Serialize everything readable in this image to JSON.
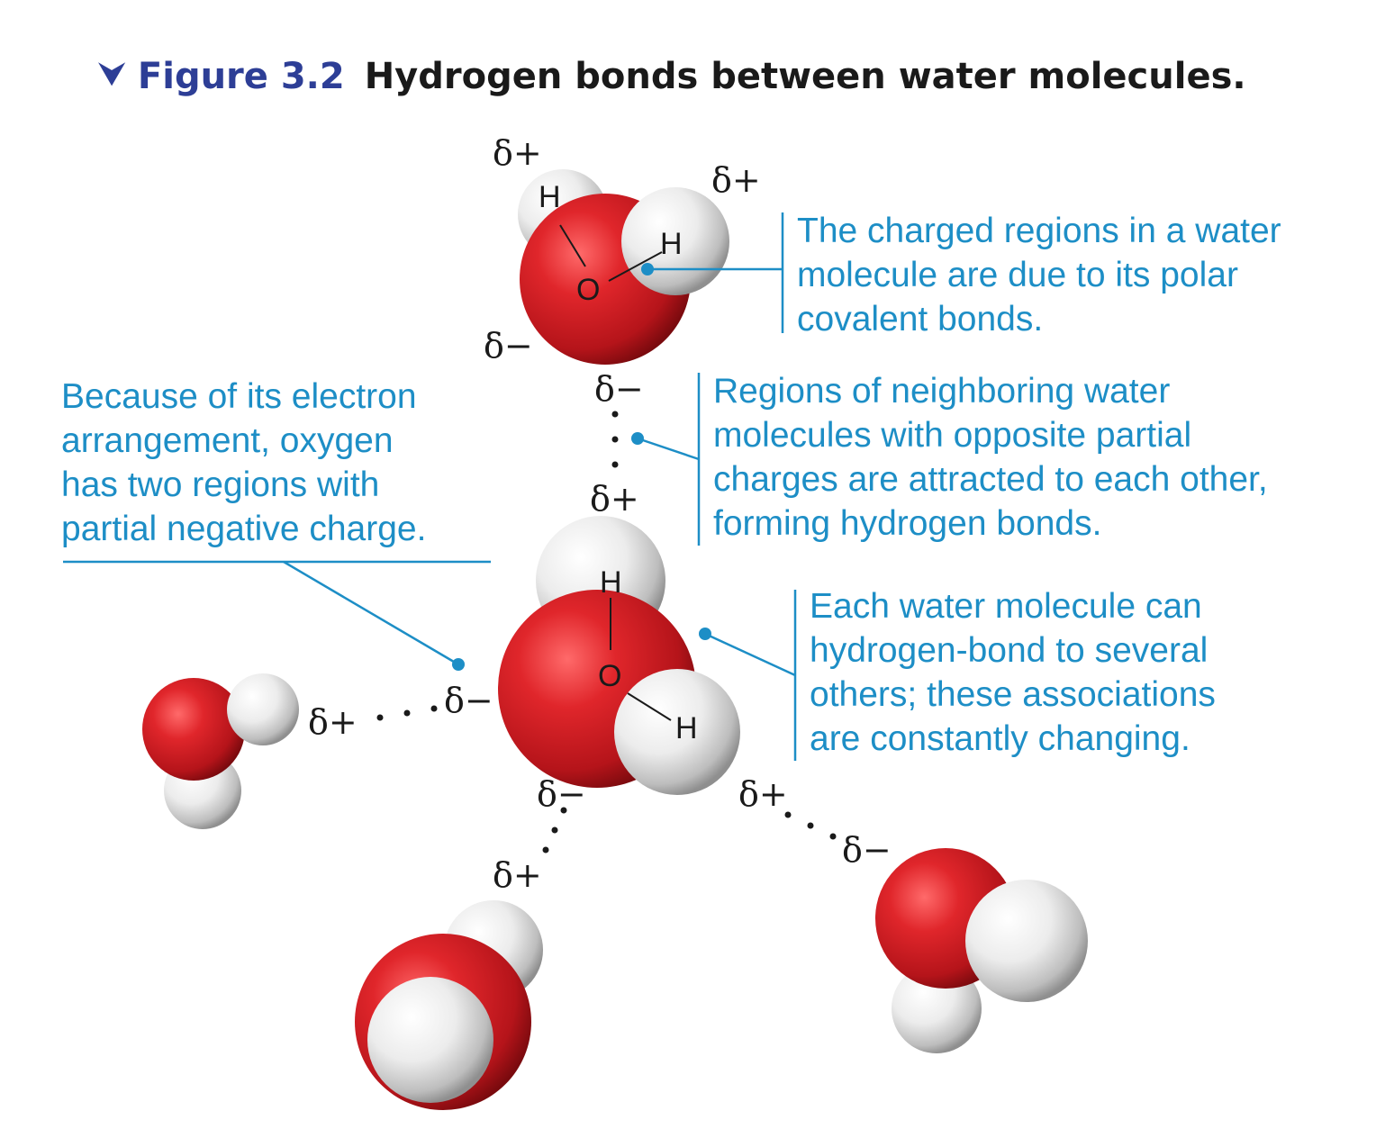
{
  "figure": {
    "label": "Figure 3.2",
    "caption": "Hydrogen bonds between water molecules.",
    "marker_icon": "chevron-down-icon"
  },
  "notes": {
    "polar_bonds": [
      "The charged regions in a water",
      "molecule are due to its polar",
      "covalent bonds."
    ],
    "opposite_charges": [
      "Regions of neighboring water",
      "molecules with opposite partial",
      "charges are attracted to each other,",
      "forming hydrogen bonds."
    ],
    "oxygen_regions": [
      "Because of its electron",
      "arrangement, oxygen",
      "has two regions with",
      "partial negative charge."
    ],
    "several_bonds": [
      "Each water molecule can",
      "hydrogen-bond to several",
      "others; these associations",
      "are constantly changing."
    ]
  },
  "symbols": {
    "partial_positive": "δ+",
    "partial_negative": "δ−",
    "hydrogen": "H",
    "oxygen": "O"
  },
  "colors": {
    "figure_blue": "#2d3e96",
    "callout_blue": "#1d8ec6",
    "oxygen_red": "#d42026",
    "hydrogen_white": "#f2f2f2"
  }
}
